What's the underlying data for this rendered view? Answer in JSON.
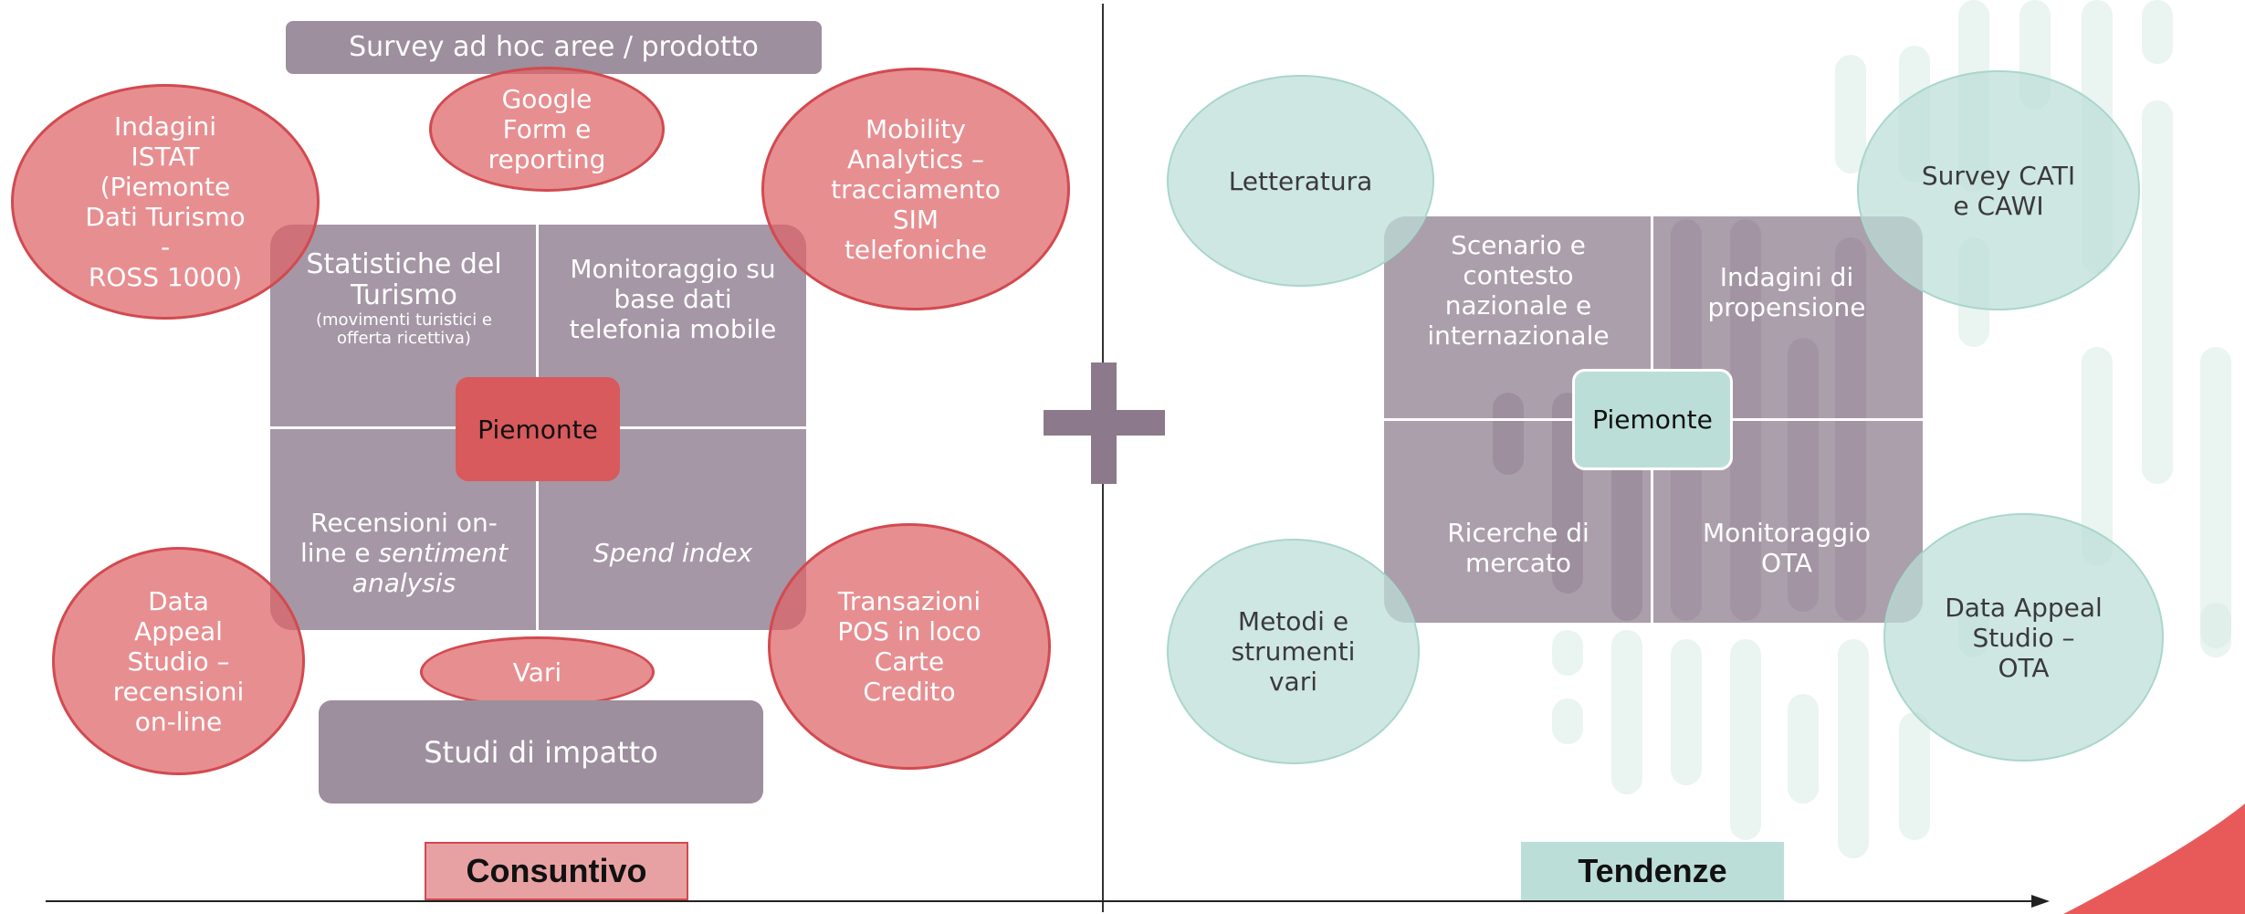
{
  "left": {
    "survey_bar": "Survey ad hoc aree  / prodotto",
    "google_form": "Google\nForm e\nreporting",
    "istat": "Indagini\nISTAT\n(Piemonte\nDati Turismo\n-\nROSS 1000)",
    "mobility": "Mobility\nAnalytics –\ntracciamento\nSIM\ntelefoniche",
    "quad_tl_title": "Statistiche del\nTurismo",
    "quad_tl_sub": "(movimenti turistici e\nofferta ricettiva)",
    "quad_tr": "Monitoraggio su\nbase dati\ntelefonia mobile",
    "quad_bl_a": "Recensioni on-\nline e ",
    "quad_bl_b": "sentiment\nanalysis",
    "quad_br": "Spend index",
    "center": "Piemonte",
    "data_appeal": "Data\nAppeal\nStudio –\nrecensioni\non-line",
    "transazioni": "Transazioni\nPOS in loco\nCarte\nCredito",
    "vari": "Vari",
    "studi": "Studi di impatto",
    "label": "Consuntivo"
  },
  "right": {
    "letteratura": "Letteratura",
    "survey_cati": "Survey CATI\ne CAWI",
    "quad_tl": "Scenario e\ncontesto\nnazionale e\ninternazionale",
    "quad_tr": "Indagini di\npropensione",
    "quad_bl": "Ricerche di\nmercato",
    "quad_br": "Monitoraggio\nOTA",
    "center": "Piemonte",
    "metodi": "Metodi e\nstrumenti\nvari",
    "data_appeal": "Data Appeal\nStudio –\nOTA",
    "label": "Tendenze"
  },
  "colors": {
    "red": "#de6266",
    "grey": "#8c7a8c",
    "teal": "#bcded8",
    "label_red": "#e8a1a3",
    "label_teal": "#bcded8"
  }
}
